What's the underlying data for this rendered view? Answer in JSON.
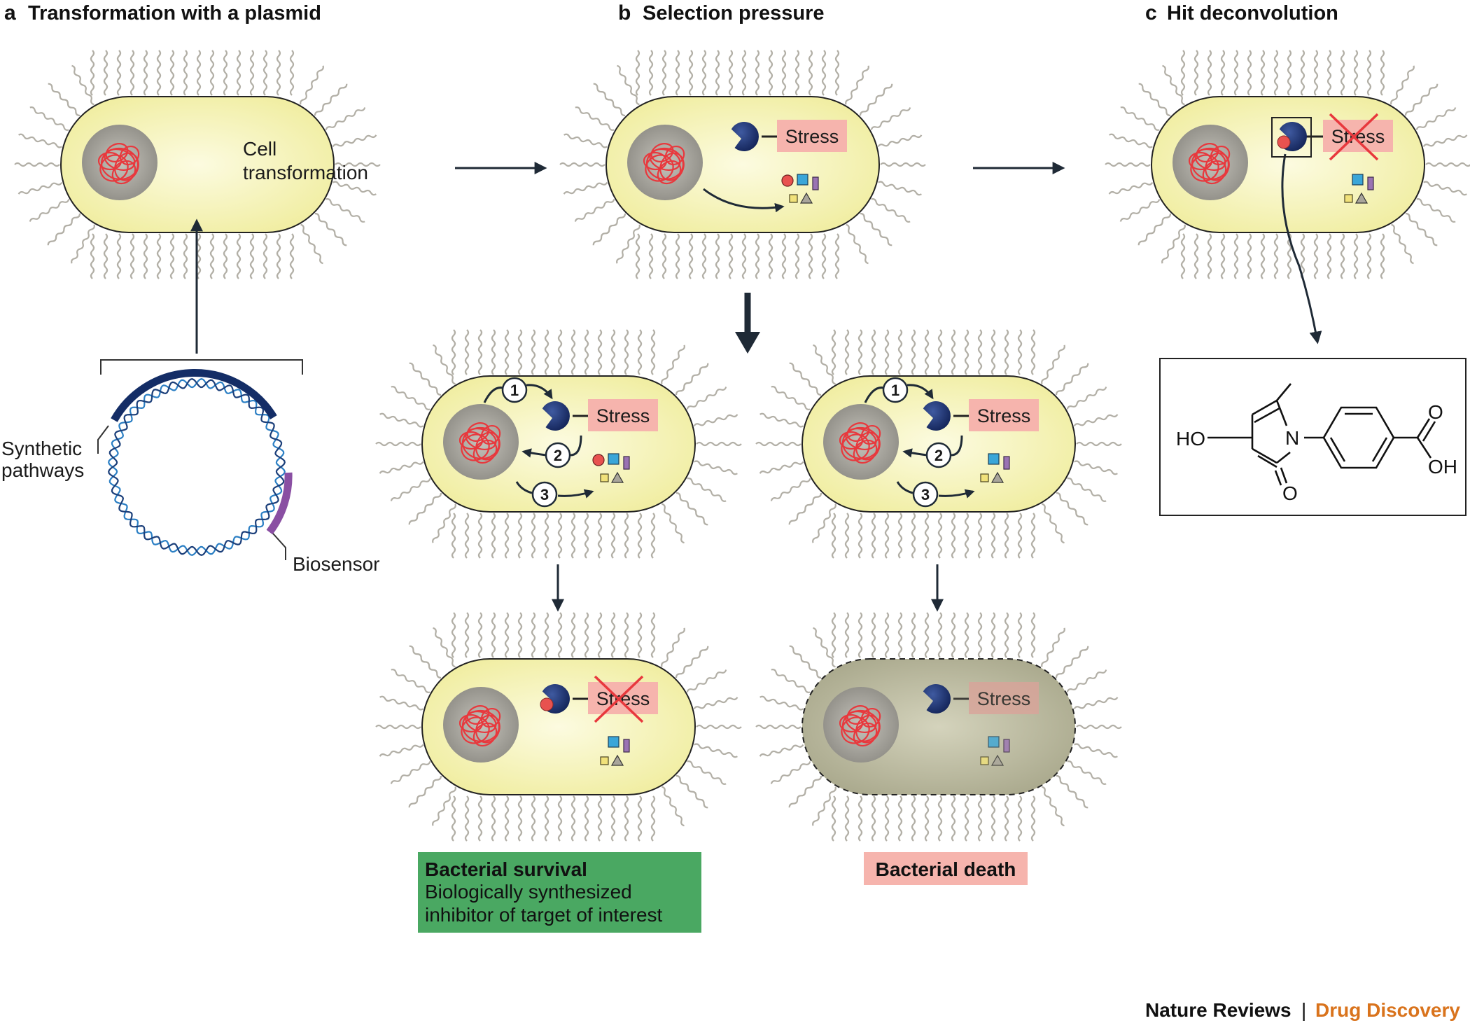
{
  "panels": {
    "a": {
      "letter": "a",
      "title": "Transformation with a plasmid"
    },
    "b": {
      "letter": "b",
      "title": "Selection pressure"
    },
    "c": {
      "letter": "c",
      "title": "Hit deconvolution"
    }
  },
  "labels": {
    "cell_transformation_1": "Cell",
    "cell_transformation_2": "transformation",
    "synthetic_pathways_1": "Synthetic",
    "synthetic_pathways_2": "pathways",
    "biosensor": "Biosensor",
    "stress": "Stress"
  },
  "steps": [
    "1",
    "2",
    "3"
  ],
  "outcomes": {
    "survival_title": "Bacterial survival",
    "survival_line1": "Biologically synthesized",
    "survival_line2": "inhibitor of target of interest",
    "death_title": "Bacterial death"
  },
  "chemical": {
    "ho": "HO",
    "n": "N",
    "o_ring": "O",
    "o_acid": "O",
    "oh": "OH"
  },
  "credit": {
    "journal": "Nature Reviews",
    "separator": "|",
    "section": "Drug Discovery"
  },
  "colors": {
    "cell_fill": "#f2efa8",
    "cell_center": "#fbfad8",
    "dead_fill": "#b9b89c",
    "nucleoid": "#9a9890",
    "dna": "#e8383d",
    "stress_box": "#f6b4ad",
    "sensor": "#1b2f66",
    "molecule_red": "#e8524f",
    "molecule_blue": "#3aa6d8",
    "molecule_yellow": "#f1e27a",
    "molecule_purple": "#9a73b3",
    "molecule_gray": "#a9a59b",
    "survival_box": "#4aa862",
    "death_box": "#f6b4ad",
    "pathway_bar": "#142d66",
    "biosensor_bar": "#8a4fa3",
    "arrow": "#1f2a36"
  }
}
